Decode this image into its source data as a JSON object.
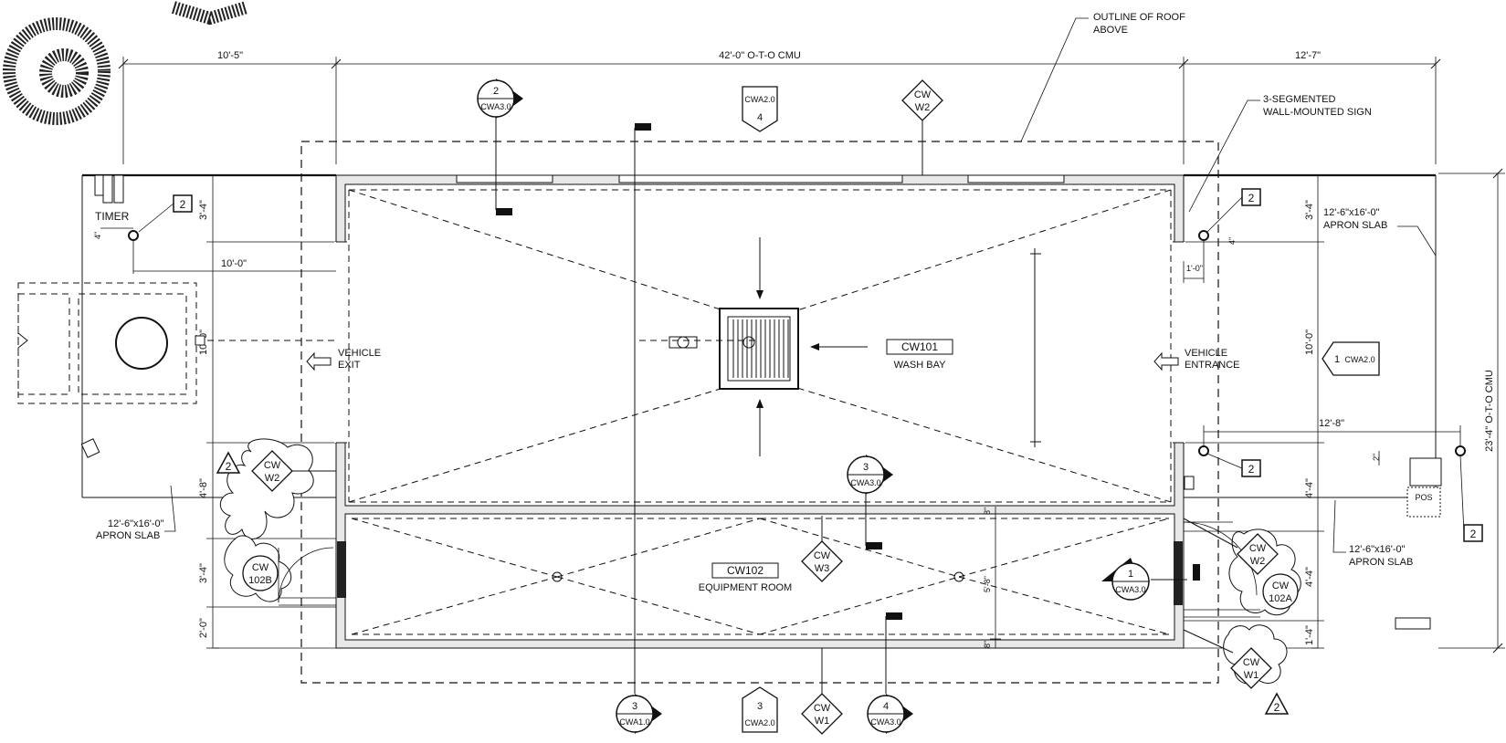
{
  "dimensions": {
    "top_left": "10'-5\"",
    "top_center": "42'-0\"  O-T-O CMU",
    "top_right": "12'-7\"",
    "right_overall": "23'-4\"  O-T-O CMU",
    "left_top": "3'-4\"",
    "left_mid": "10'-0\"",
    "left_low": "4'-8\"",
    "left_b1": "3'-4\"",
    "left_b2": "2'-0\"",
    "right_top": "3'-4\"",
    "right_mid": "10'-0\"",
    "right_low": "4'-4\"",
    "right_b1": "4'-4\"",
    "right_b2": "1'-4\"",
    "timer_offset": "10'-0\"",
    "small_4_left": "4\"",
    "small_4_right": "4\"",
    "small_2": "2\"",
    "one_foot": "1'-0\"",
    "twelve_eight": "12'-8\"",
    "eight_top": "8\"",
    "five_eight": "5'-8\"",
    "eight_bottom": "8\""
  },
  "notes": {
    "outline_roof_1": "OUTLINE OF ROOF",
    "outline_roof_2": "ABOVE",
    "sign_1": "3-SEGMENTED",
    "sign_2": "WALL-MOUNTED SIGN",
    "apron_tr_1": "12'-6\"x16'-0\"",
    "apron_tr_2": "APRON SLAB",
    "apron_bl_1": "12'-6\"x16'-0\"",
    "apron_bl_2": "APRON SLAB",
    "apron_br_1": "12'-6\"x16'-0\"",
    "apron_br_2": "APRON SLAB",
    "timer": "TIMER",
    "vehicle_exit_1": "VEHICLE",
    "vehicle_exit_2": "EXIT",
    "vehicle_entrance_1": "VEHICLE",
    "vehicle_entrance_2": "ENTRANCE",
    "pos": "POS"
  },
  "rooms": {
    "wash_bay_tag": "CW101",
    "wash_bay_name": "WASH BAY",
    "equipment_tag": "CW102",
    "equipment_name": "EQUIPMENT ROOM"
  },
  "section_markers": [
    {
      "num": "2",
      "sheet": "CWA3.0"
    },
    {
      "num": "3",
      "sheet": "CWA3.0"
    },
    {
      "num": "1",
      "sheet": "CWA3.0"
    },
    {
      "num": "3",
      "sheet": "CWA1.0"
    },
    {
      "num": "4",
      "sheet": "CWA3.0"
    }
  ],
  "elevation_markers": [
    {
      "sheet": "CWA2.0",
      "num": "4"
    },
    {
      "sheet": "CWA2.0",
      "num": "3"
    },
    {
      "sheet": "CWA2.0",
      "num": "1"
    }
  ],
  "wall_tags": [
    {
      "l1": "CW",
      "l2": "W2"
    },
    {
      "l1": "CW",
      "l2": "W2"
    },
    {
      "l1": "CW",
      "l2": "W3"
    },
    {
      "l1": "CW",
      "l2": "W2"
    },
    {
      "l1": "CW",
      "l2": "W1"
    },
    {
      "l1": "CW",
      "l2": "W1"
    }
  ],
  "door_tags": [
    {
      "l1": "CW",
      "l2": "102B"
    },
    {
      "l1": "CW",
      "l2": "102A"
    }
  ],
  "keynotes": [
    "2",
    "2",
    "2",
    "2",
    "2",
    "2"
  ]
}
